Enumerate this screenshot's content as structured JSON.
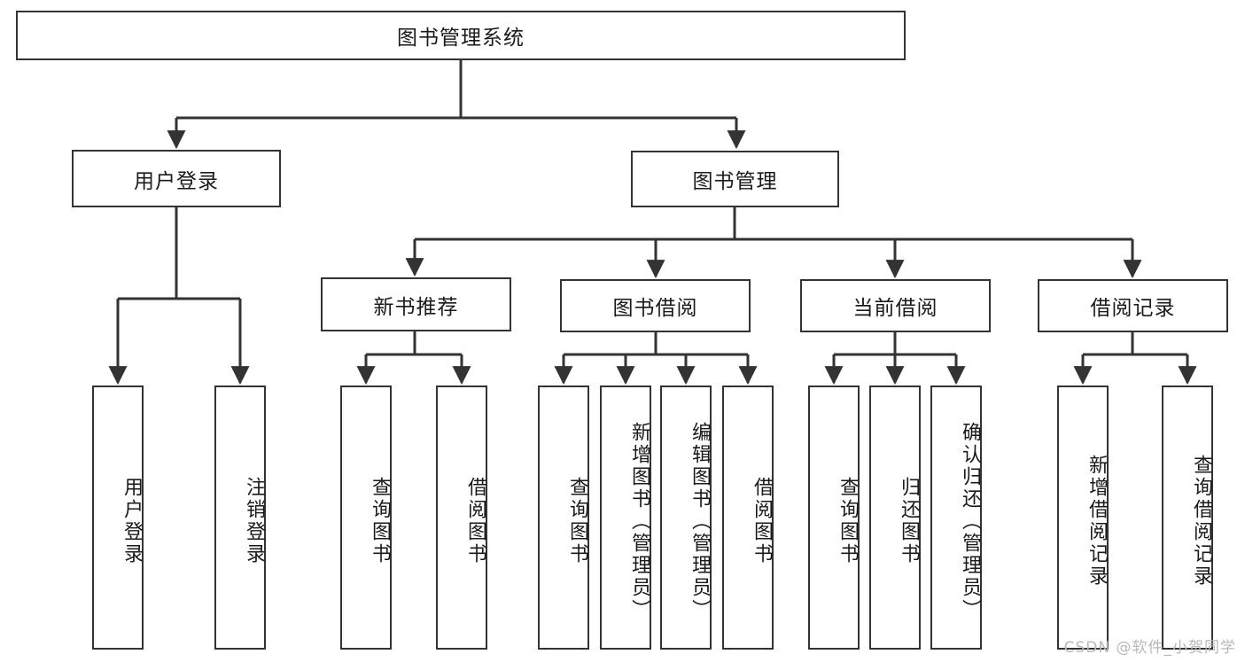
{
  "diagram": {
    "title": "图书管理系统",
    "type": "tree-hierarchy",
    "watermark": "CSDN @软件_小贺同学",
    "colors": {
      "box_border": "#333333",
      "box_fill": "#ffffff",
      "connector": "#333333",
      "text": "#1a1a1a",
      "watermark": "#b8b8b8"
    },
    "levels": {
      "root": {
        "label": "图书管理系统"
      },
      "level2": [
        {
          "label": "用户登录"
        },
        {
          "label": "图书管理"
        }
      ],
      "level3": [
        {
          "label": "新书推荐"
        },
        {
          "label": "图书借阅"
        },
        {
          "label": "当前借阅"
        },
        {
          "label": "借阅记录"
        }
      ],
      "leaves": {
        "user_login": [
          {
            "label": "用户登录"
          },
          {
            "label": "注销登录"
          }
        ],
        "new_book_recommend": [
          {
            "label": "查询图书"
          },
          {
            "label": "借阅图书"
          }
        ],
        "book_borrow": [
          {
            "label": "查询图书"
          },
          {
            "label": "新增图书（管理员）"
          },
          {
            "label": "编辑图书（管理员）"
          },
          {
            "label": "借阅图书"
          }
        ],
        "current_borrow": [
          {
            "label": "查询图书"
          },
          {
            "label": "归还图书"
          },
          {
            "label": "确认归还（管理员）"
          }
        ],
        "borrow_record": [
          {
            "label": "新增借阅记录"
          },
          {
            "label": "查询借阅记录"
          }
        ]
      }
    }
  }
}
